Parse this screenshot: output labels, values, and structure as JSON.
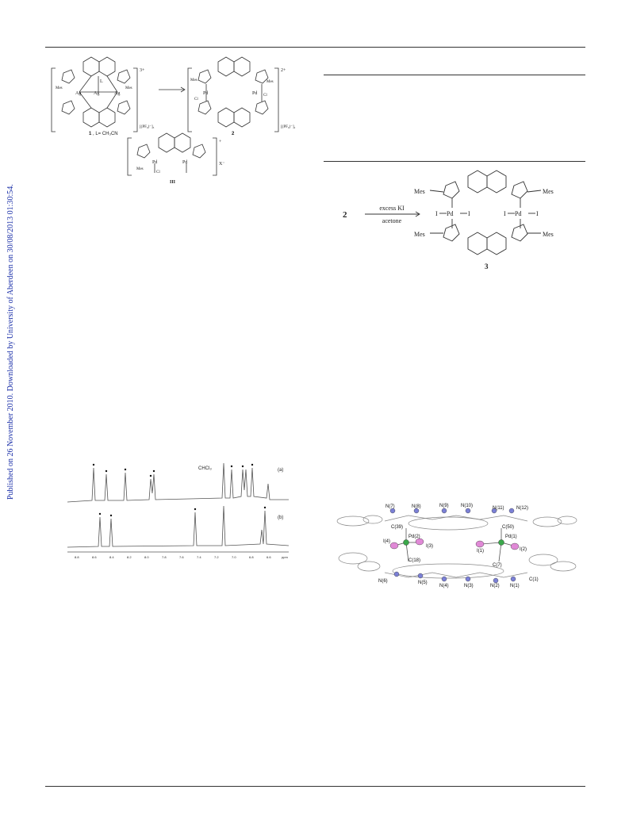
{
  "side_note": "Published on 26 November 2010. Downloaded by University of Aberdeen on 30/08/2013 01:30:54.",
  "scheme1": {
    "compound1_label": "1",
    "compound1_ligand": ", L= CH₃CN",
    "compound2_label": "2",
    "compound3_label": "III",
    "charge1": "3+",
    "charge2": "2+",
    "charge3": "+",
    "counterion1": "[(PF₆)⁻]₃",
    "counterion2": "[(PF₆)⁻]₂",
    "counterion3": "X⁻",
    "atom_ag": "Ag",
    "atom_pd": "Pd",
    "atom_cl": "Cl",
    "atom_l": "L",
    "substituent": "Mes"
  },
  "scheme2": {
    "reactant": "2",
    "reagent_top": "excess KI",
    "reagent_bottom": "acetone",
    "product_label": "3",
    "atom_pd": "Pd",
    "atom_i": "I",
    "substituent": "Mes"
  },
  "nmr": {
    "solvent_label": "CHCl₃",
    "panel_a": "(a)",
    "panel_b": "(b)",
    "axis_unit": "ppm",
    "ticks": [
      "8.8",
      "8.6",
      "8.4",
      "8.2",
      "8.0",
      "7.8",
      "7.6",
      "7.4",
      "7.2",
      "7.0",
      "6.8",
      "6.6"
    ]
  },
  "crystal": {
    "atoms": [
      "N(7)",
      "N(8)",
      "N(9)",
      "N(10)",
      "N(11)",
      "N(12)",
      "C(39)",
      "C(50)",
      "Pd(2)",
      "Pd(1)",
      "I(4)",
      "I(3)",
      "I(1)",
      "I(2)",
      "C(18)",
      "C(7)",
      "C(1)",
      "N(6)",
      "N(5)",
      "N(4)",
      "N(3)",
      "N(2)",
      "N(1)"
    ]
  }
}
